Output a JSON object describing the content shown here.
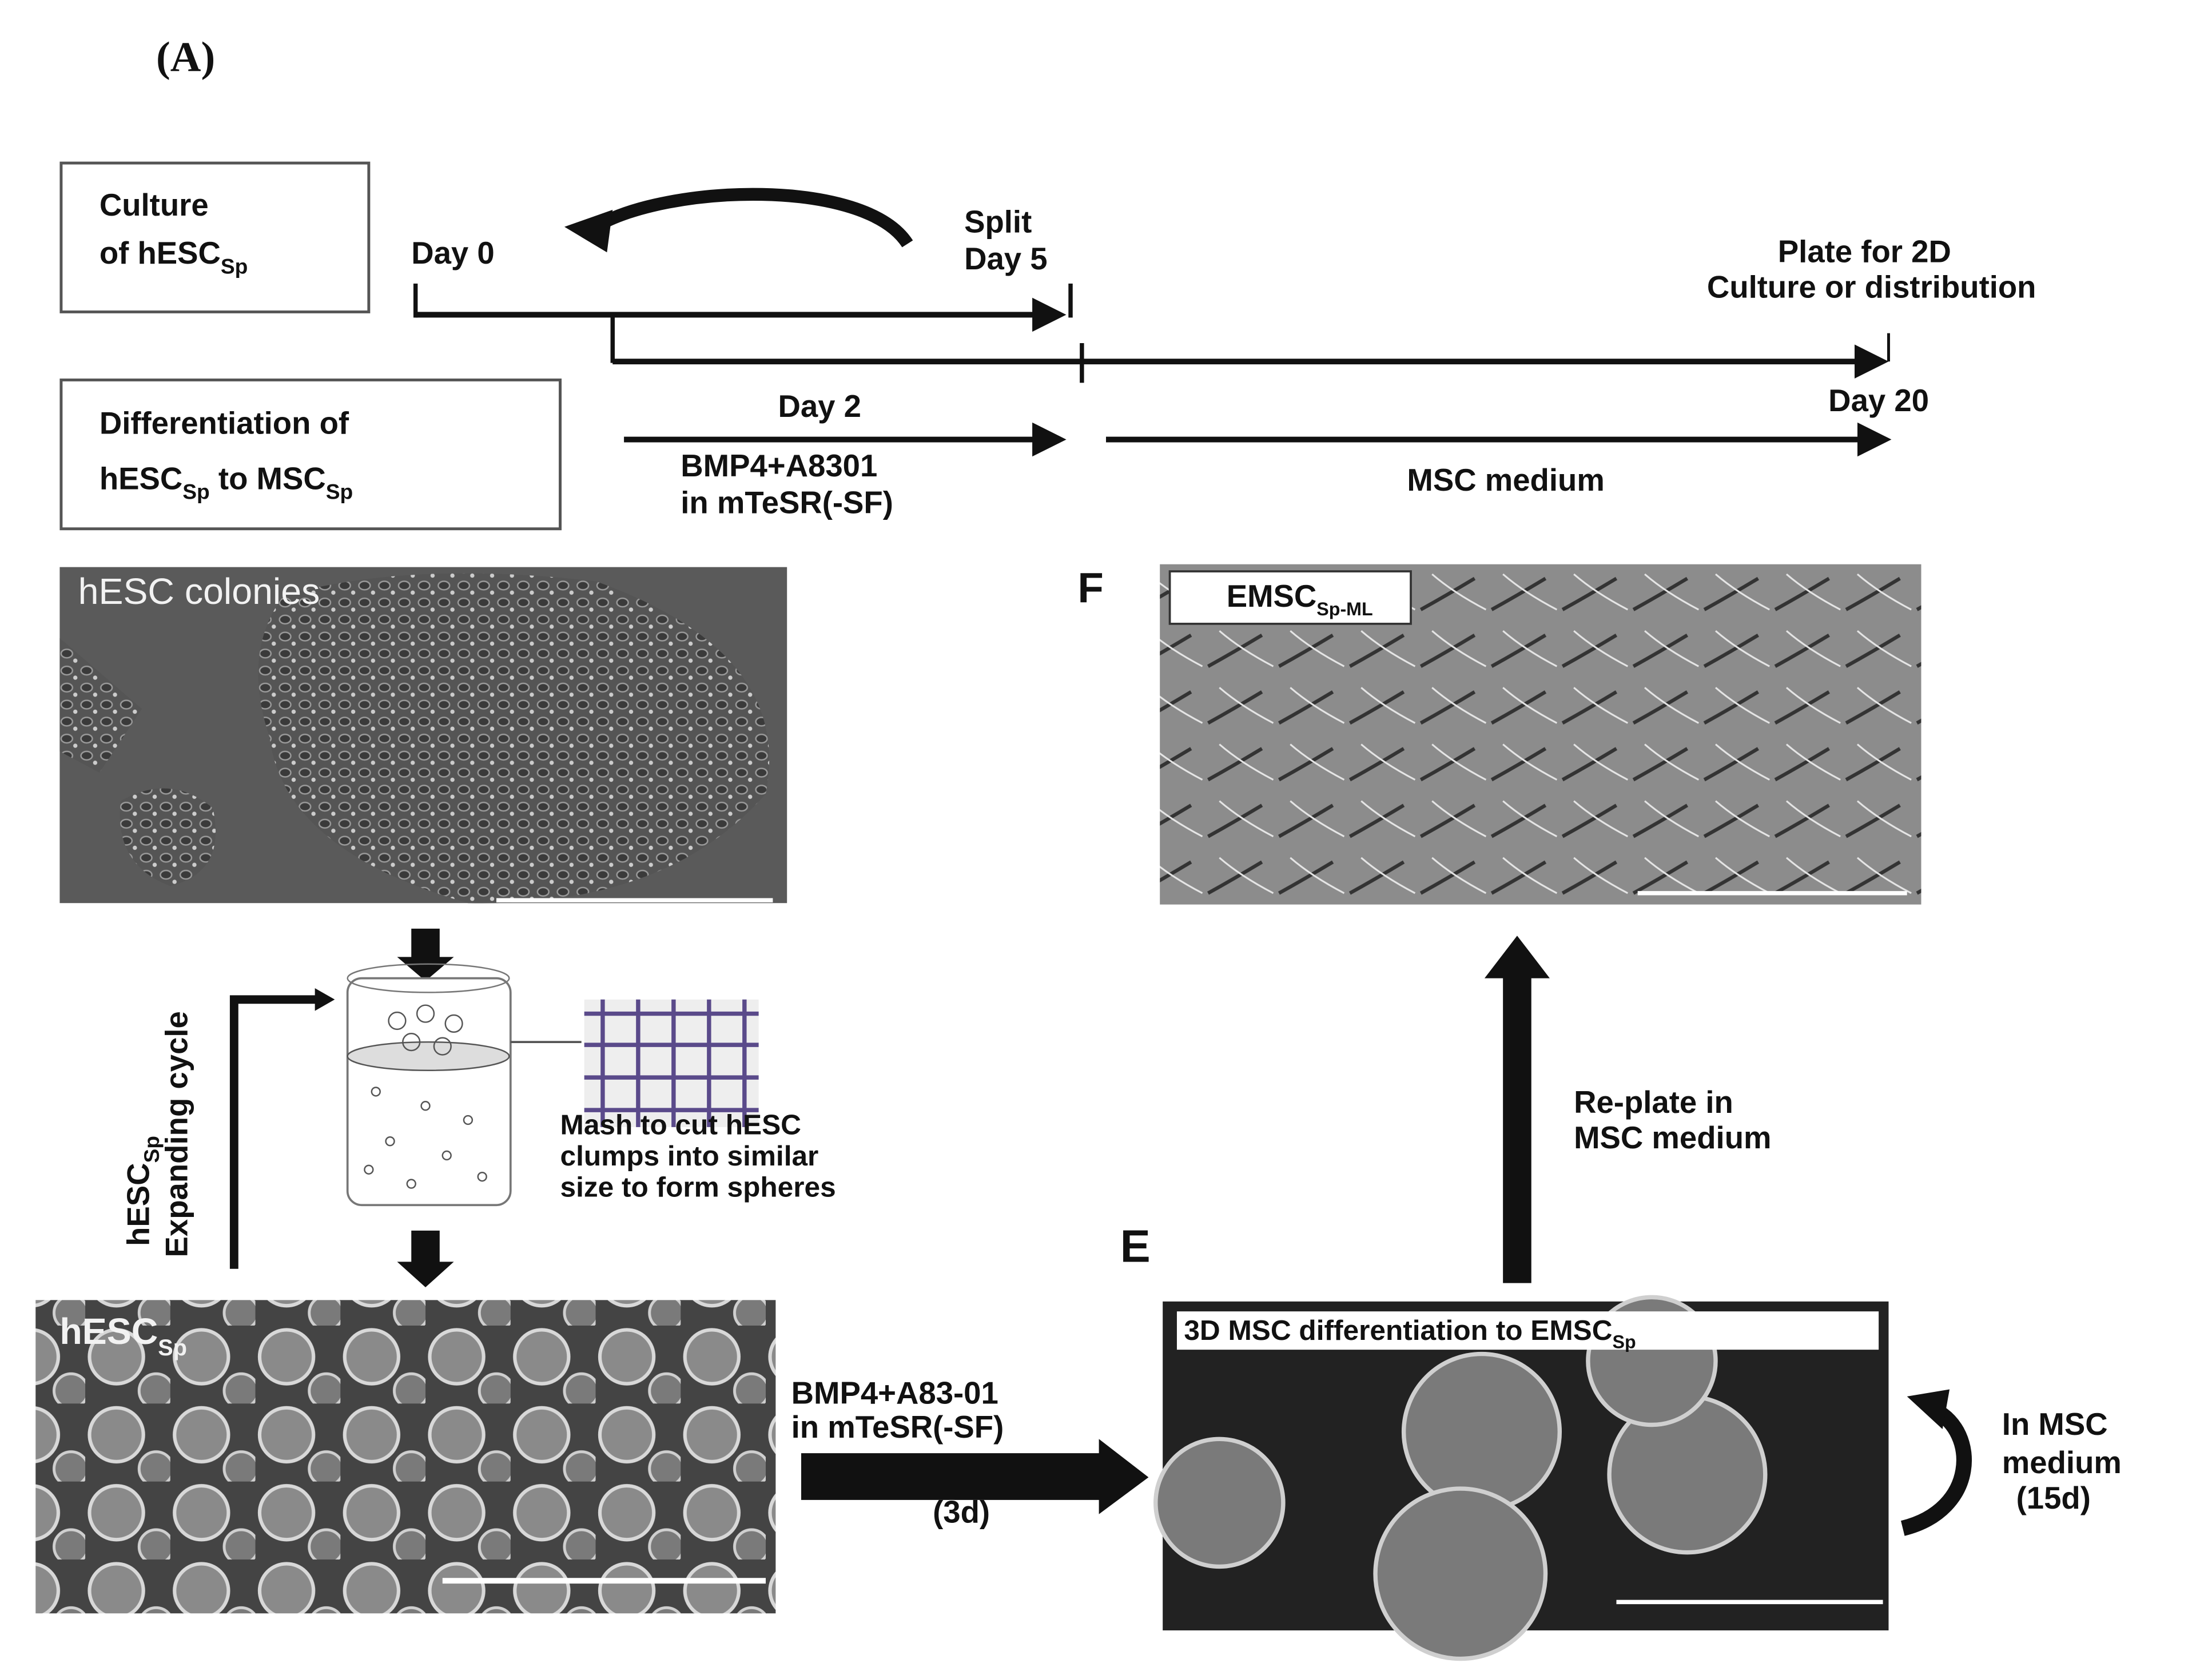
{
  "panel_label": "(A)",
  "timeline": {
    "culture_box": {
      "line1": "Culture",
      "line2": "of hESC",
      "line2_sub": "Sp"
    },
    "diff_box": {
      "line1": "Differentiation of",
      "line2a": "hESC",
      "line2a_sub": "Sp",
      "line2b": " to MSC",
      "line2b_sub": "Sp"
    },
    "day0": "Day 0",
    "split": "Split",
    "day5": "Day 5",
    "plate_line1": "Plate for 2D",
    "plate_line2": "Culture or distribution",
    "day2": "Day 2",
    "day20": "Day 20",
    "bmp_line1": "BMP4+A8301",
    "bmp_line2": "in mTeSR(-SF)",
    "msc_medium": "MSC medium"
  },
  "images": {
    "colonies": {
      "label": "hESC colonies"
    },
    "spheres": {
      "label": "hESC",
      "label_sub": "Sp"
    },
    "emsc_3d": {
      "letter": "E",
      "label": "3D MSC differentiation to EMSC",
      "label_sub": "Sp"
    },
    "emsc_ml": {
      "letter": "F",
      "label": "EMSC",
      "label_sub": "Sp-ML"
    }
  },
  "flow": {
    "cycle_label": "hESC",
    "cycle_label_sub": "Sp",
    "cycle_label2": "Expanding cycle",
    "mash_line1": "Mash to cut hESC",
    "mash_line2": "clumps into similar",
    "mash_line3": "size to form spheres",
    "diff_line1": "BMP4+A83-01",
    "diff_line2": "in mTeSR(-SF)",
    "diff_duration": "(3d)",
    "replate_line1": "Re-plate in",
    "replate_line2": "MSC medium",
    "loop_line1": "In MSC",
    "loop_line2": "medium",
    "loop_line3": "(15d)"
  }
}
